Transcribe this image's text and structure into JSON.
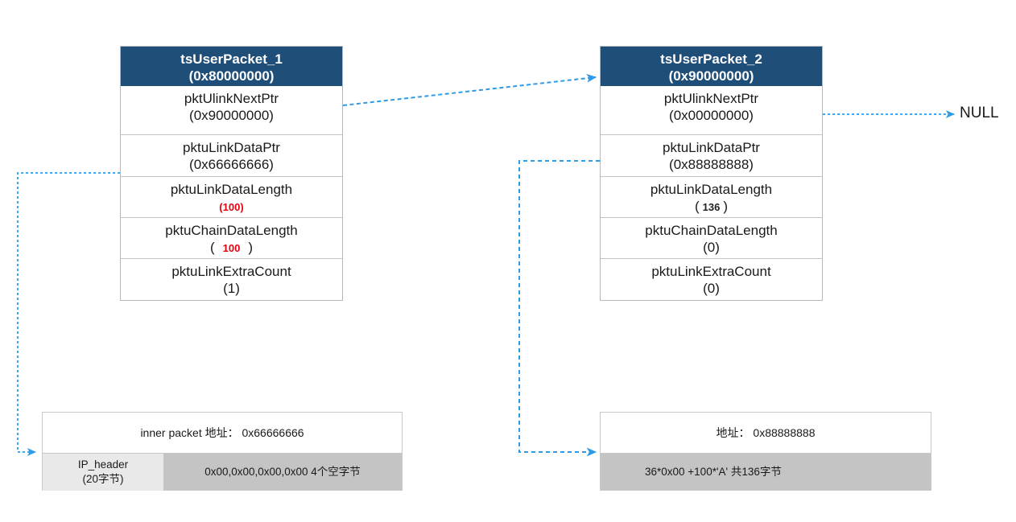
{
  "diagram": {
    "title": "tsUserPacket chain diagram",
    "accent_header_color": "#1F4E79",
    "arrow_color": "#2E9BE6",
    "highlight_color": "#e8000d"
  },
  "structs": [
    {
      "id": "packet1",
      "header_name": "tsUserPacket_1",
      "header_addr": "(0x80000000)",
      "fields": [
        {
          "name": "pktUlinkNextPtr",
          "value": "(0x90000000)",
          "style": "plain"
        },
        {
          "name": "pktuLinkDataPtr",
          "value": "(0x66666666)",
          "style": "plain"
        },
        {
          "name": "pktuLinkDataLength",
          "value": "100",
          "style": "red-paren"
        },
        {
          "name": "pktuChainDataLength",
          "value": "100",
          "style": "red-paren-spaced"
        },
        {
          "name": "pktuLinkExtraCount",
          "value": "(1)",
          "style": "plain"
        }
      ]
    },
    {
      "id": "packet2",
      "header_name": "tsUserPacket_2",
      "header_addr": "(0x90000000)",
      "fields": [
        {
          "name": "pktUlinkNextPtr",
          "value": "(0x00000000)",
          "style": "plain"
        },
        {
          "name": "pktuLinkDataPtr",
          "value": "(0x88888888)",
          "style": "plain"
        },
        {
          "name": "pktuLinkDataLength",
          "value": "136",
          "style": "dark-paren-spaced"
        },
        {
          "name": "pktuChainDataLength",
          "value": "(0)",
          "style": "plain"
        },
        {
          "name": "pktuLinkExtraCount",
          "value": "(0)",
          "style": "plain"
        }
      ]
    }
  ],
  "memory_blocks": [
    {
      "id": "buffer1",
      "address_label": "inner packet 地址： 0x66666666",
      "cells": [
        {
          "label": "IP_header\n(20字节)",
          "label_line1": "IP_header",
          "label_line2": "(20字节)",
          "shade": "light"
        },
        {
          "label": "0x00,0x00,0x00,0x00 4个空字节",
          "shade": "dark"
        }
      ]
    },
    {
      "id": "buffer2",
      "address_label": "地址： 0x88888888",
      "cells": [
        {
          "label": "36*0x00 +100*'A' 共136字节",
          "shade": "dark"
        }
      ]
    }
  ],
  "labels": {
    "null_terminator": "NULL"
  }
}
